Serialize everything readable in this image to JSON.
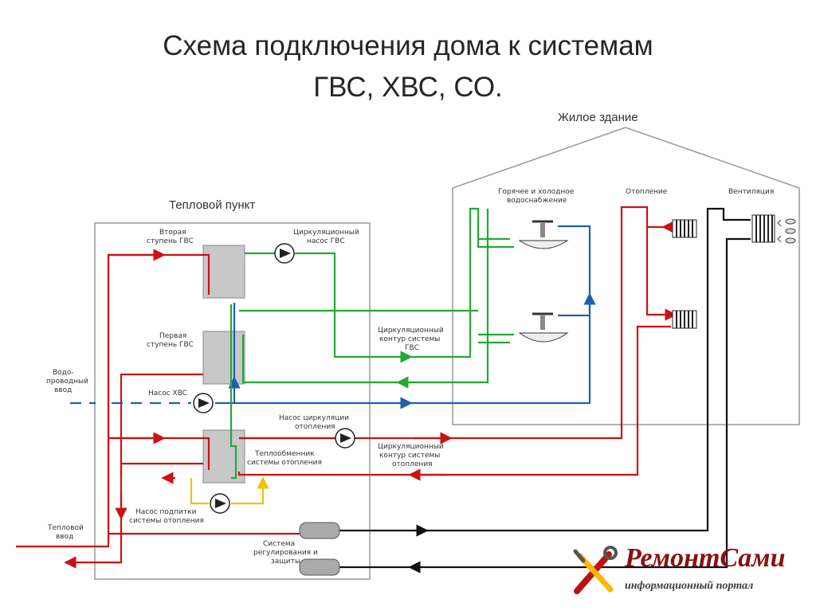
{
  "title": {
    "line1": "Схема подключения дома к системам",
    "line2": "ГВС, ХВС, СО."
  },
  "diagram": {
    "building_label": "Жилое здание",
    "heat_point_label": "Тепловой пункт",
    "labels": {
      "hot_cold_water_1": "Горячее и холодное",
      "hot_cold_water_2": "водоснабжение",
      "heating": "Отопление",
      "ventilation": "Вентиляция",
      "second_stage_1": "Вторая",
      "second_stage_2": "ступень ГВС",
      "first_stage_1": "Первая",
      "first_stage_2": "ступень ГВС",
      "circ_pump_1": "Циркуляционный",
      "circ_pump_2": "насос ГВС",
      "circ_loop_1": "Циркуляционный",
      "circ_loop_2": "контур системы",
      "circ_loop_3": "ГВС",
      "water_in_1": "Водо-",
      "water_in_2": "проводный",
      "water_in_3": "ввод",
      "cold_pump": "Насос ХВС",
      "heat_circ_pump_1": "Насос циркуляции",
      "heat_circ_pump_2": "отопления",
      "heat_loop_1": "Циркуляционный",
      "heat_loop_2": "контур системы",
      "heat_loop_3": "отопления",
      "heat_exchanger_1": "Теплообменник",
      "heat_exchanger_2": "системы отопления",
      "makeup_pump_1": "Насос подпитки",
      "makeup_pump_2": "системы отопления",
      "heat_in_1": "Тепловой",
      "heat_in_2": "ввод",
      "control_1": "Система",
      "control_2": "регулирования и",
      "control_3": "защиты"
    },
    "colors": {
      "hot": "#cc1111",
      "cold": "#1f5fb0",
      "dhw": "#22aa33",
      "makeup": "#f0c000",
      "control": "#111111",
      "frame": "#999999"
    }
  },
  "logo": {
    "name": "РемонтСами",
    "tagline": "информационный портал",
    "icon": "tools-icon"
  }
}
